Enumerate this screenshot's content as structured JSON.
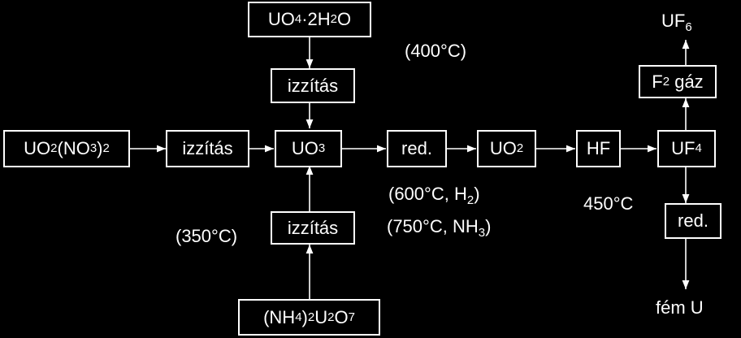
{
  "nodes": {
    "uo4": {
      "main": "UO",
      "sub1": "4",
      "mid": "·2H",
      "sub2": "2",
      "end": "O"
    },
    "izz_top": {
      "text": "izzítás"
    },
    "uo2no3": {
      "main": "UO",
      "sub1": "2",
      "mid": "(NO",
      "sub2": "3",
      "end": ")",
      "sub3": "2"
    },
    "izz_left": {
      "text": "izzítás"
    },
    "uo3": {
      "main": "UO",
      "sub1": "3"
    },
    "red1": {
      "text": "red."
    },
    "uo2": {
      "main": "UO",
      "sub1": "2"
    },
    "hf": {
      "text": "HF"
    },
    "uf4": {
      "main": "UF",
      "sub1": "4"
    },
    "f2": {
      "main": "F",
      "sub1": "2",
      "end": " gáz"
    },
    "red2": {
      "text": "red."
    },
    "izz_bottom": {
      "text": "izzítás"
    },
    "nh4": {
      "a": "(NH",
      "s1": "4",
      "b": ")",
      "s2": "2",
      "c": "U",
      "s3": "2",
      "d": "O",
      "s4": "7"
    }
  },
  "labels": {
    "uf6": {
      "main": "UF",
      "sub1": "6"
    },
    "temp400": "(400°C)",
    "temp600": {
      "main": "(600°C, H",
      "sub1": "2",
      "end": ")"
    },
    "temp750": {
      "main": "(750°C, NH",
      "sub1": "3",
      "end": ")"
    },
    "temp450": "450°C",
    "temp350": "(350°C)",
    "fem_u": "fém U"
  },
  "colors": {
    "background": "#000000",
    "foreground": "#ffffff"
  }
}
